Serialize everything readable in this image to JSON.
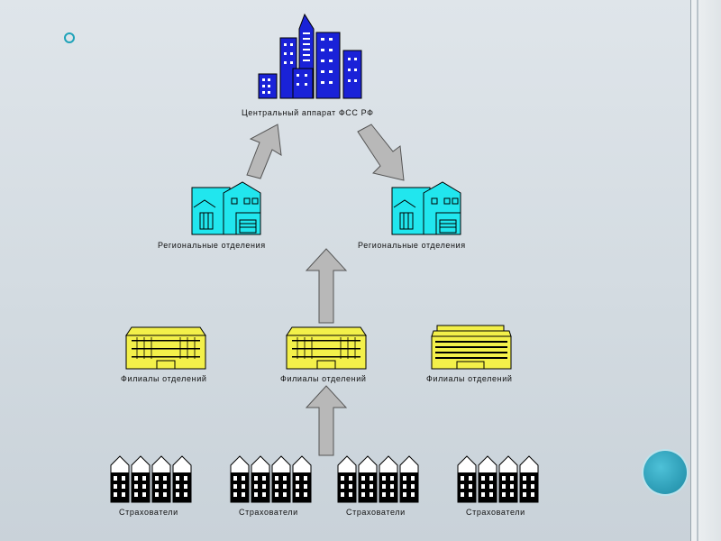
{
  "labels": {
    "central": "Центральный аппарат ФСС РФ",
    "regional_left": "Региональные отделения",
    "regional_right": "Региональные отделения",
    "branch_1": "Филиалы отделений",
    "branch_2": "Филиалы отделений",
    "branch_3": "Филиалы отделений",
    "insurer_1": "Страхователи",
    "insurer_2": "Страхователи",
    "insurer_3": "Страхователи",
    "insurer_4": "Страхователи"
  },
  "colors": {
    "skyscraper": "#1a22d8",
    "regional_house": "#21e6ee",
    "branch_building": "#f3f04a",
    "arrow_fill": "#b8b8b8",
    "accent": "#2f9fb8"
  },
  "icons": {
    "central": "skyscraper-cluster-icon",
    "regional": "house-icon",
    "branch": "office-building-icon",
    "insurer": "row-houses-icon"
  }
}
